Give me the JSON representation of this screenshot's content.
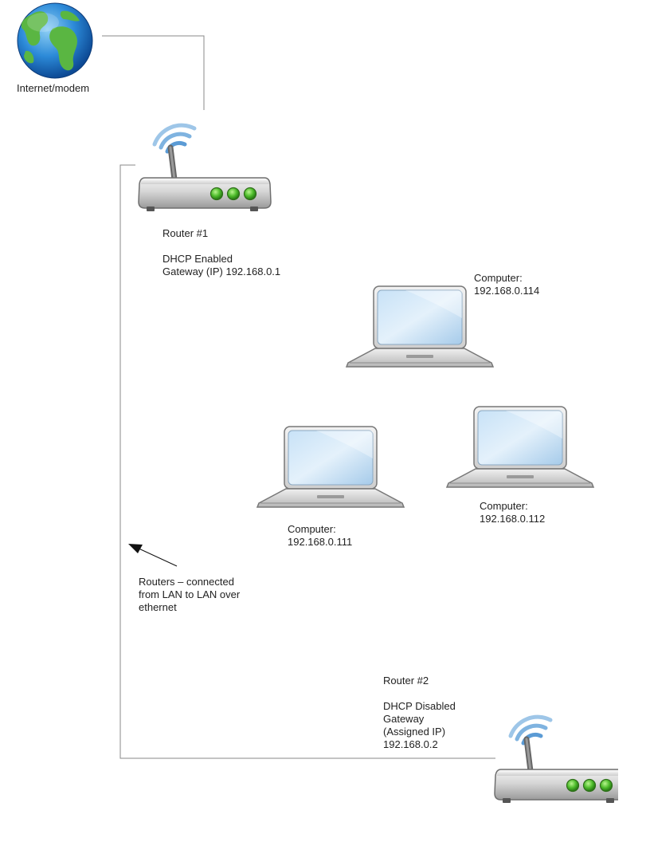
{
  "internet": {
    "label": "Internet/modem"
  },
  "router1": {
    "title": "Router #1",
    "line1": "DHCP Enabled",
    "line2": "Gateway (IP) 192.168.0.1"
  },
  "computer114": {
    "label": "Computer:",
    "ip": "192.168.0.114"
  },
  "computer111": {
    "label": "Computer:",
    "ip": "192.168.0.111"
  },
  "computer112": {
    "label": "Computer:",
    "ip": "192.168.0.112"
  },
  "note": {
    "line1": "Routers – connected",
    "line2": "from LAN to LAN over",
    "line3": "ethernet"
  },
  "router2": {
    "title": "Router #2",
    "line1": "DHCP Disabled",
    "line2": "Gateway",
    "line3": "(Assigned IP)",
    "line4": "192.168.0.2"
  }
}
